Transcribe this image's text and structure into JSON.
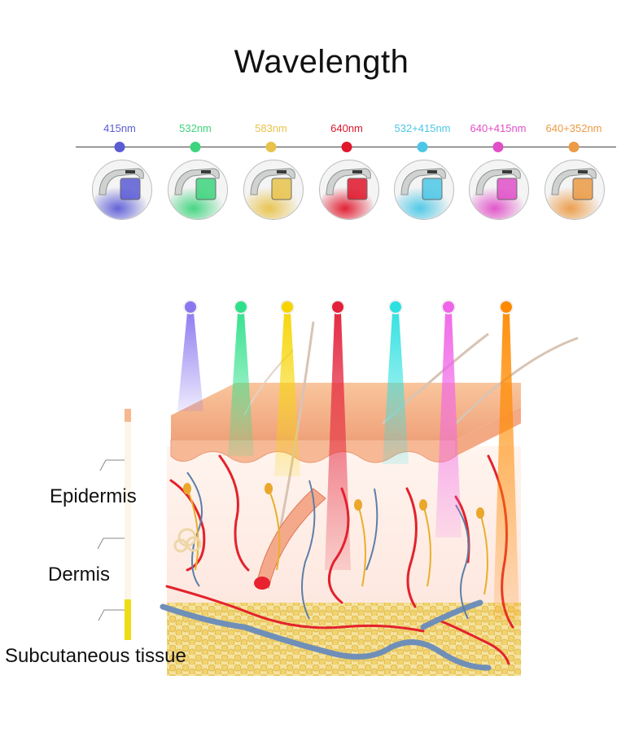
{
  "title": "Wavelength",
  "wavelengths": [
    {
      "label": "415nm",
      "color": "#5b5bd6"
    },
    {
      "label": "532nm",
      "color": "#3ed47d"
    },
    {
      "label": "583nm",
      "color": "#e8c24a"
    },
    {
      "label": "640nm",
      "color": "#e0162b"
    },
    {
      "label": "532+415nm",
      "color": "#4cc7e6"
    },
    {
      "label": "640+415nm",
      "color": "#e04fc8"
    },
    {
      "label": "640+352nm",
      "color": "#ec9a45"
    }
  ],
  "layers": {
    "epidermis": "Epidermis",
    "dermis": "Dermis",
    "subcutaneous": "Subcutaneous tissue"
  },
  "beam_colors": [
    "#8a77f0",
    "#2fe08a",
    "#f6d400",
    "#e3203a",
    "#2ee0e0",
    "#f064e8",
    "#ff8a00"
  ]
}
